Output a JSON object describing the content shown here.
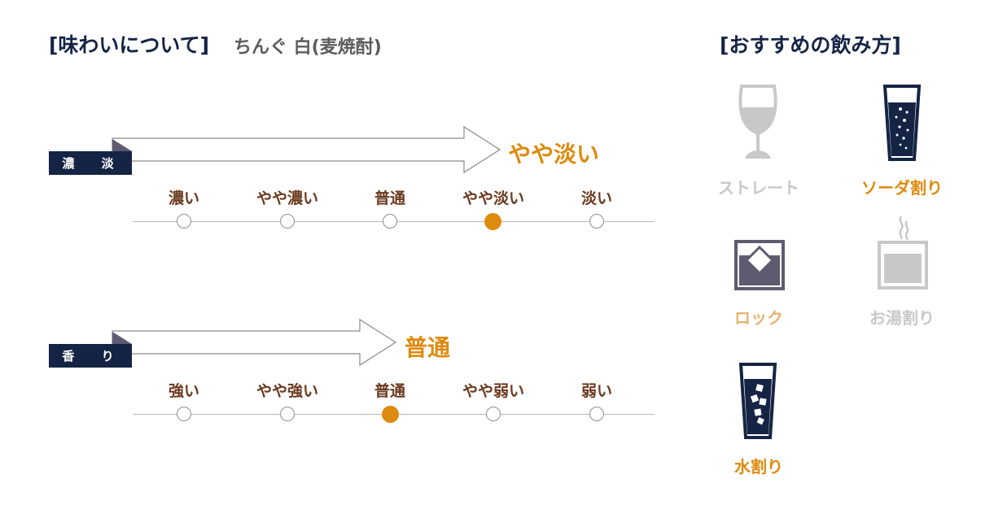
{
  "header": {
    "title": "[味わいについて]",
    "subtitle": "ちんぐ 白(麦焼酎)"
  },
  "recommend": {
    "title": "[おすすめの飲み方]",
    "methods": [
      {
        "label": "ストレート",
        "recommended": false,
        "icon": "wine-glass-icon"
      },
      {
        "label": "ソーダ割り",
        "recommended": true,
        "icon": "soda-glass-icon"
      },
      {
        "label": "ロック",
        "recommended": true,
        "icon": "rock-glass-icon"
      },
      {
        "label": "お湯割り",
        "recommended": false,
        "icon": "hot-water-cup-icon"
      },
      {
        "label": "水割り",
        "recommended": true,
        "icon": "water-glass-icon"
      }
    ]
  },
  "scales": [
    {
      "tag": "濃 淡",
      "current": "やや淡い",
      "labels": [
        "濃い",
        "やや濃い",
        "普通",
        "やや淡い",
        "淡い"
      ],
      "selected_index": 3
    },
    {
      "tag": "香 り",
      "current": "普通",
      "labels": [
        "強い",
        "やや強い",
        "普通",
        "やや弱い",
        "弱い"
      ],
      "selected_index": 2
    }
  ],
  "colors": {
    "navy": "#152445",
    "accent": "#de8a0e",
    "label_brown": "#6b3a1f",
    "rock_purple": "#5e5a70",
    "muted_gray": "#c8c8c8",
    "rock_label": "#e8b273"
  }
}
